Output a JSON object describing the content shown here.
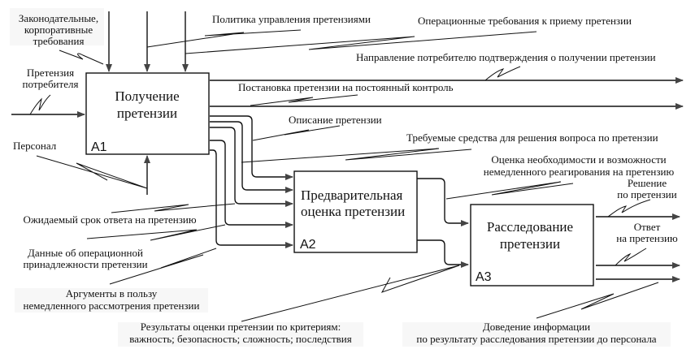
{
  "diagram": {
    "type": "IDEF0",
    "boxes": [
      {
        "id": "A1",
        "title_lines": [
          "Получение",
          "претензии"
        ]
      },
      {
        "id": "A2",
        "title_lines": [
          "Предварительная",
          "оценка претензии"
        ]
      },
      {
        "id": "A3",
        "title_lines": [
          "Расследование",
          "претензии"
        ]
      }
    ],
    "labels": {
      "legal_requirements": [
        "Законодательные,",
        "корпоративные",
        "требования"
      ],
      "claim_policy": [
        "Политика управления претензиями"
      ],
      "operational_requirements": [
        "Операционные требования к приему претензии"
      ],
      "confirmation": [
        "Направление потребителю подтверждения о получении претензии"
      ],
      "constant_control": [
        "Постановка претензии на постоянный контроль"
      ],
      "consumer_claim": [
        "Претензия",
        "потребителя"
      ],
      "claim_description": [
        "Описание претензии"
      ],
      "required_means": [
        "Требуемые средства для решения вопроса по претензии"
      ],
      "personnel": [
        "Персонал"
      ],
      "assessment_need": [
        "Оценка необходимости и возможности",
        "немедленного реагирования на претензию"
      ],
      "decision": [
        "Решение",
        "по претензии"
      ],
      "response": [
        "Ответ",
        "на претензию"
      ],
      "expected_deadline": [
        "Ожидаемый срок ответа на претензию"
      ],
      "operational_ownership": [
        "Данные об операционной",
        "принадлежности претензии"
      ],
      "arguments": [
        "Аргументы в пользу",
        "немедленного рассмотрения претензии"
      ],
      "evaluation_results": [
        "Результаты оценки претензии по критериям:",
        "важность; безопасность; сложность; последствия"
      ],
      "communication": [
        "Доведение информации",
        "по результату расследования претензии до персонала"
      ]
    }
  }
}
